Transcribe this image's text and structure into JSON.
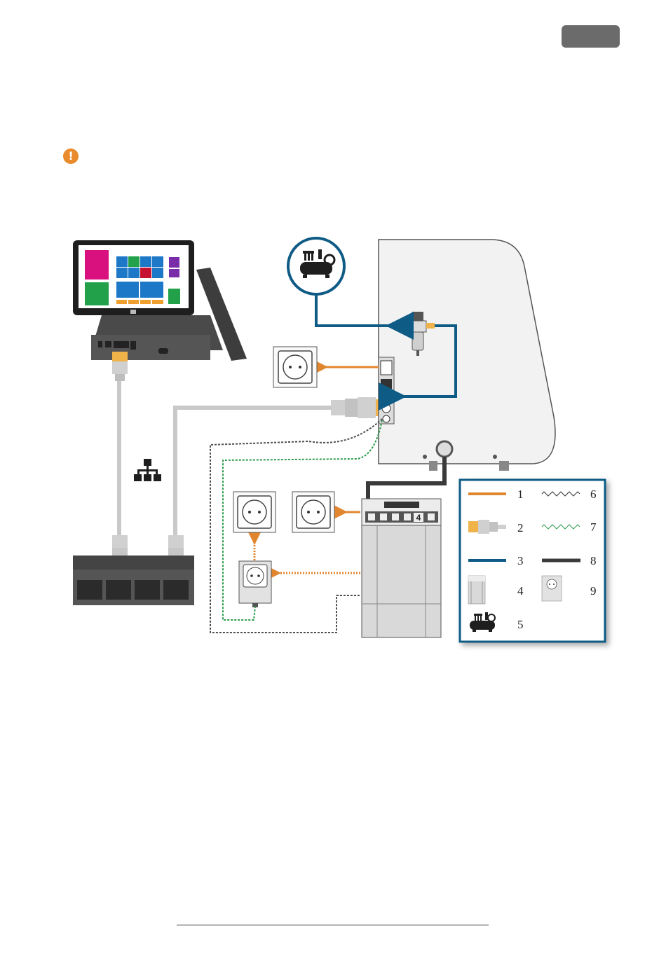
{
  "colors": {
    "power_cable": "#e1862f",
    "compressed_air": "#0e5b86",
    "network_cable": "#c9c9c9",
    "vacuum_hose": "#3a3a3a",
    "equipotential_cable": "#2f9c4c",
    "control_cable": "#4d4d4d",
    "legend_border": "#0e5b86",
    "warning": "#e98a2b"
  },
  "icons": {
    "warning": "exclamation-circle-icon",
    "compressor": "compressor-icon",
    "network": "network-topology-icon"
  },
  "legend": {
    "items": [
      {
        "number": "1",
        "icon": "power-cable-orange-line"
      },
      {
        "number": "2",
        "icon": "network-cable-plug"
      },
      {
        "number": "3",
        "icon": "compressed-air-blue-line"
      },
      {
        "number": "4",
        "icon": "vacuum-unit"
      },
      {
        "number": "5",
        "icon": "compressor"
      },
      {
        "number": "6",
        "icon": "black-zigzag-cable"
      },
      {
        "number": "7",
        "icon": "green-zigzag-cable"
      },
      {
        "number": "8",
        "icon": "suction-hose-black-line"
      },
      {
        "number": "9",
        "icon": "power-switch-socket"
      }
    ]
  },
  "vacuum_unit": {
    "display_digit": "4"
  }
}
